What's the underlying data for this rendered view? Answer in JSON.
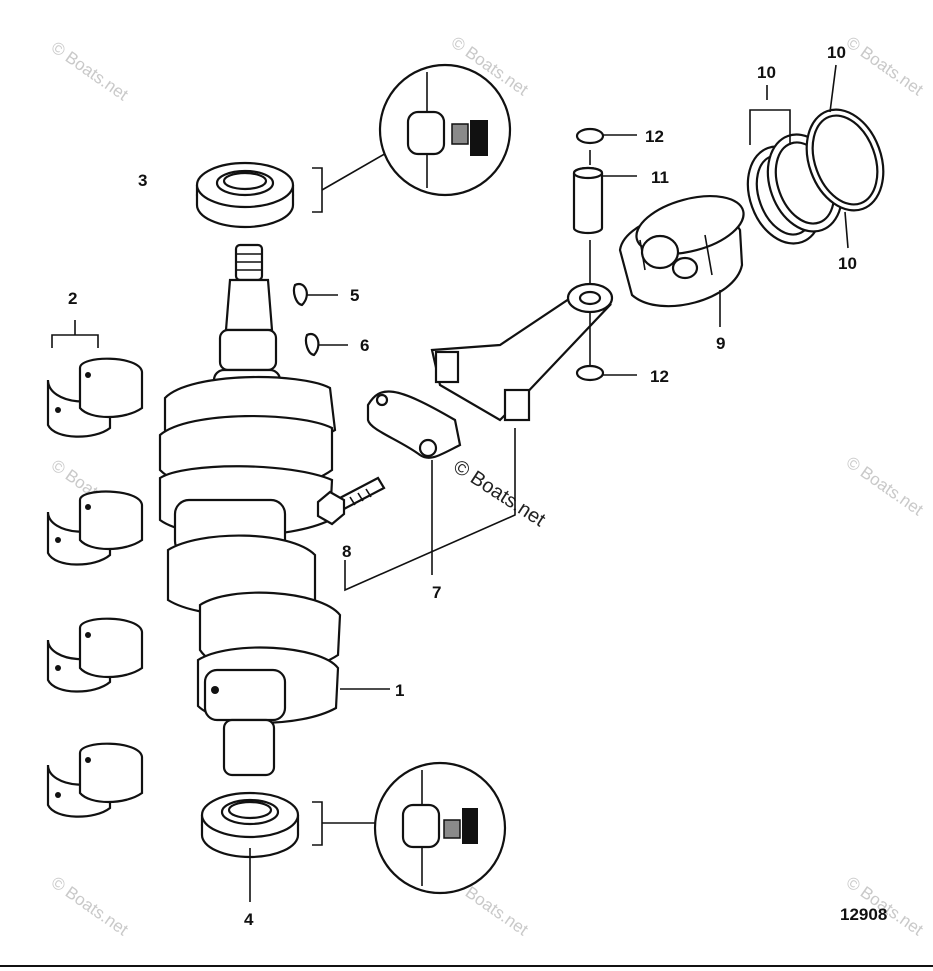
{
  "diagram": {
    "figure_number": "12908",
    "watermark": "© Boats.net",
    "callouts": {
      "crankshaft": "1",
      "main_bearings": "2",
      "upper_seal": "3",
      "lower_seal": "4",
      "key_5": "5",
      "key_6": "6",
      "rod_cap": "7",
      "rod_bolt": "8",
      "piston": "9",
      "ring_top_left": "10",
      "ring_top_right": "10",
      "ring_bottom_right": "10",
      "pin": "11",
      "clip_top": "12",
      "clip_bottom": "12"
    }
  }
}
